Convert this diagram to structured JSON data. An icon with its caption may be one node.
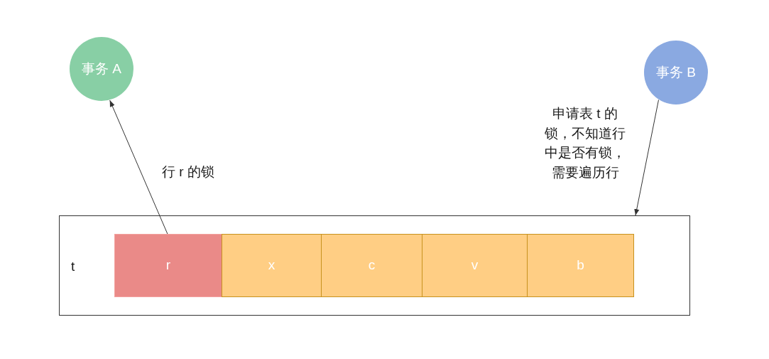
{
  "diagram": {
    "nodes": [
      {
        "text": [
          "事务 A"
        ]
      },
      {
        "text": [
          "事务 B"
        ]
      },
      {
        "text": [
          "t"
        ]
      },
      {
        "text": [
          "r"
        ],
        "in": 2
      },
      {
        "text": [
          "x"
        ],
        "in": 2
      },
      {
        "text": [
          "c"
        ],
        "in": 2
      },
      {
        "text": [
          "v"
        ],
        "in": 2
      },
      {
        "text": [
          "b"
        ],
        "in": 2
      }
    ],
    "edges": [
      {
        "from": 3,
        "to": 0,
        "arrow": "to",
        "label": "行 r 的锁"
      },
      {
        "from": 1,
        "to": 2,
        "arrow": "to",
        "label": "申请表 t 的锁，不知道行中是否有锁，需要遍历行"
      }
    ]
  }
}
